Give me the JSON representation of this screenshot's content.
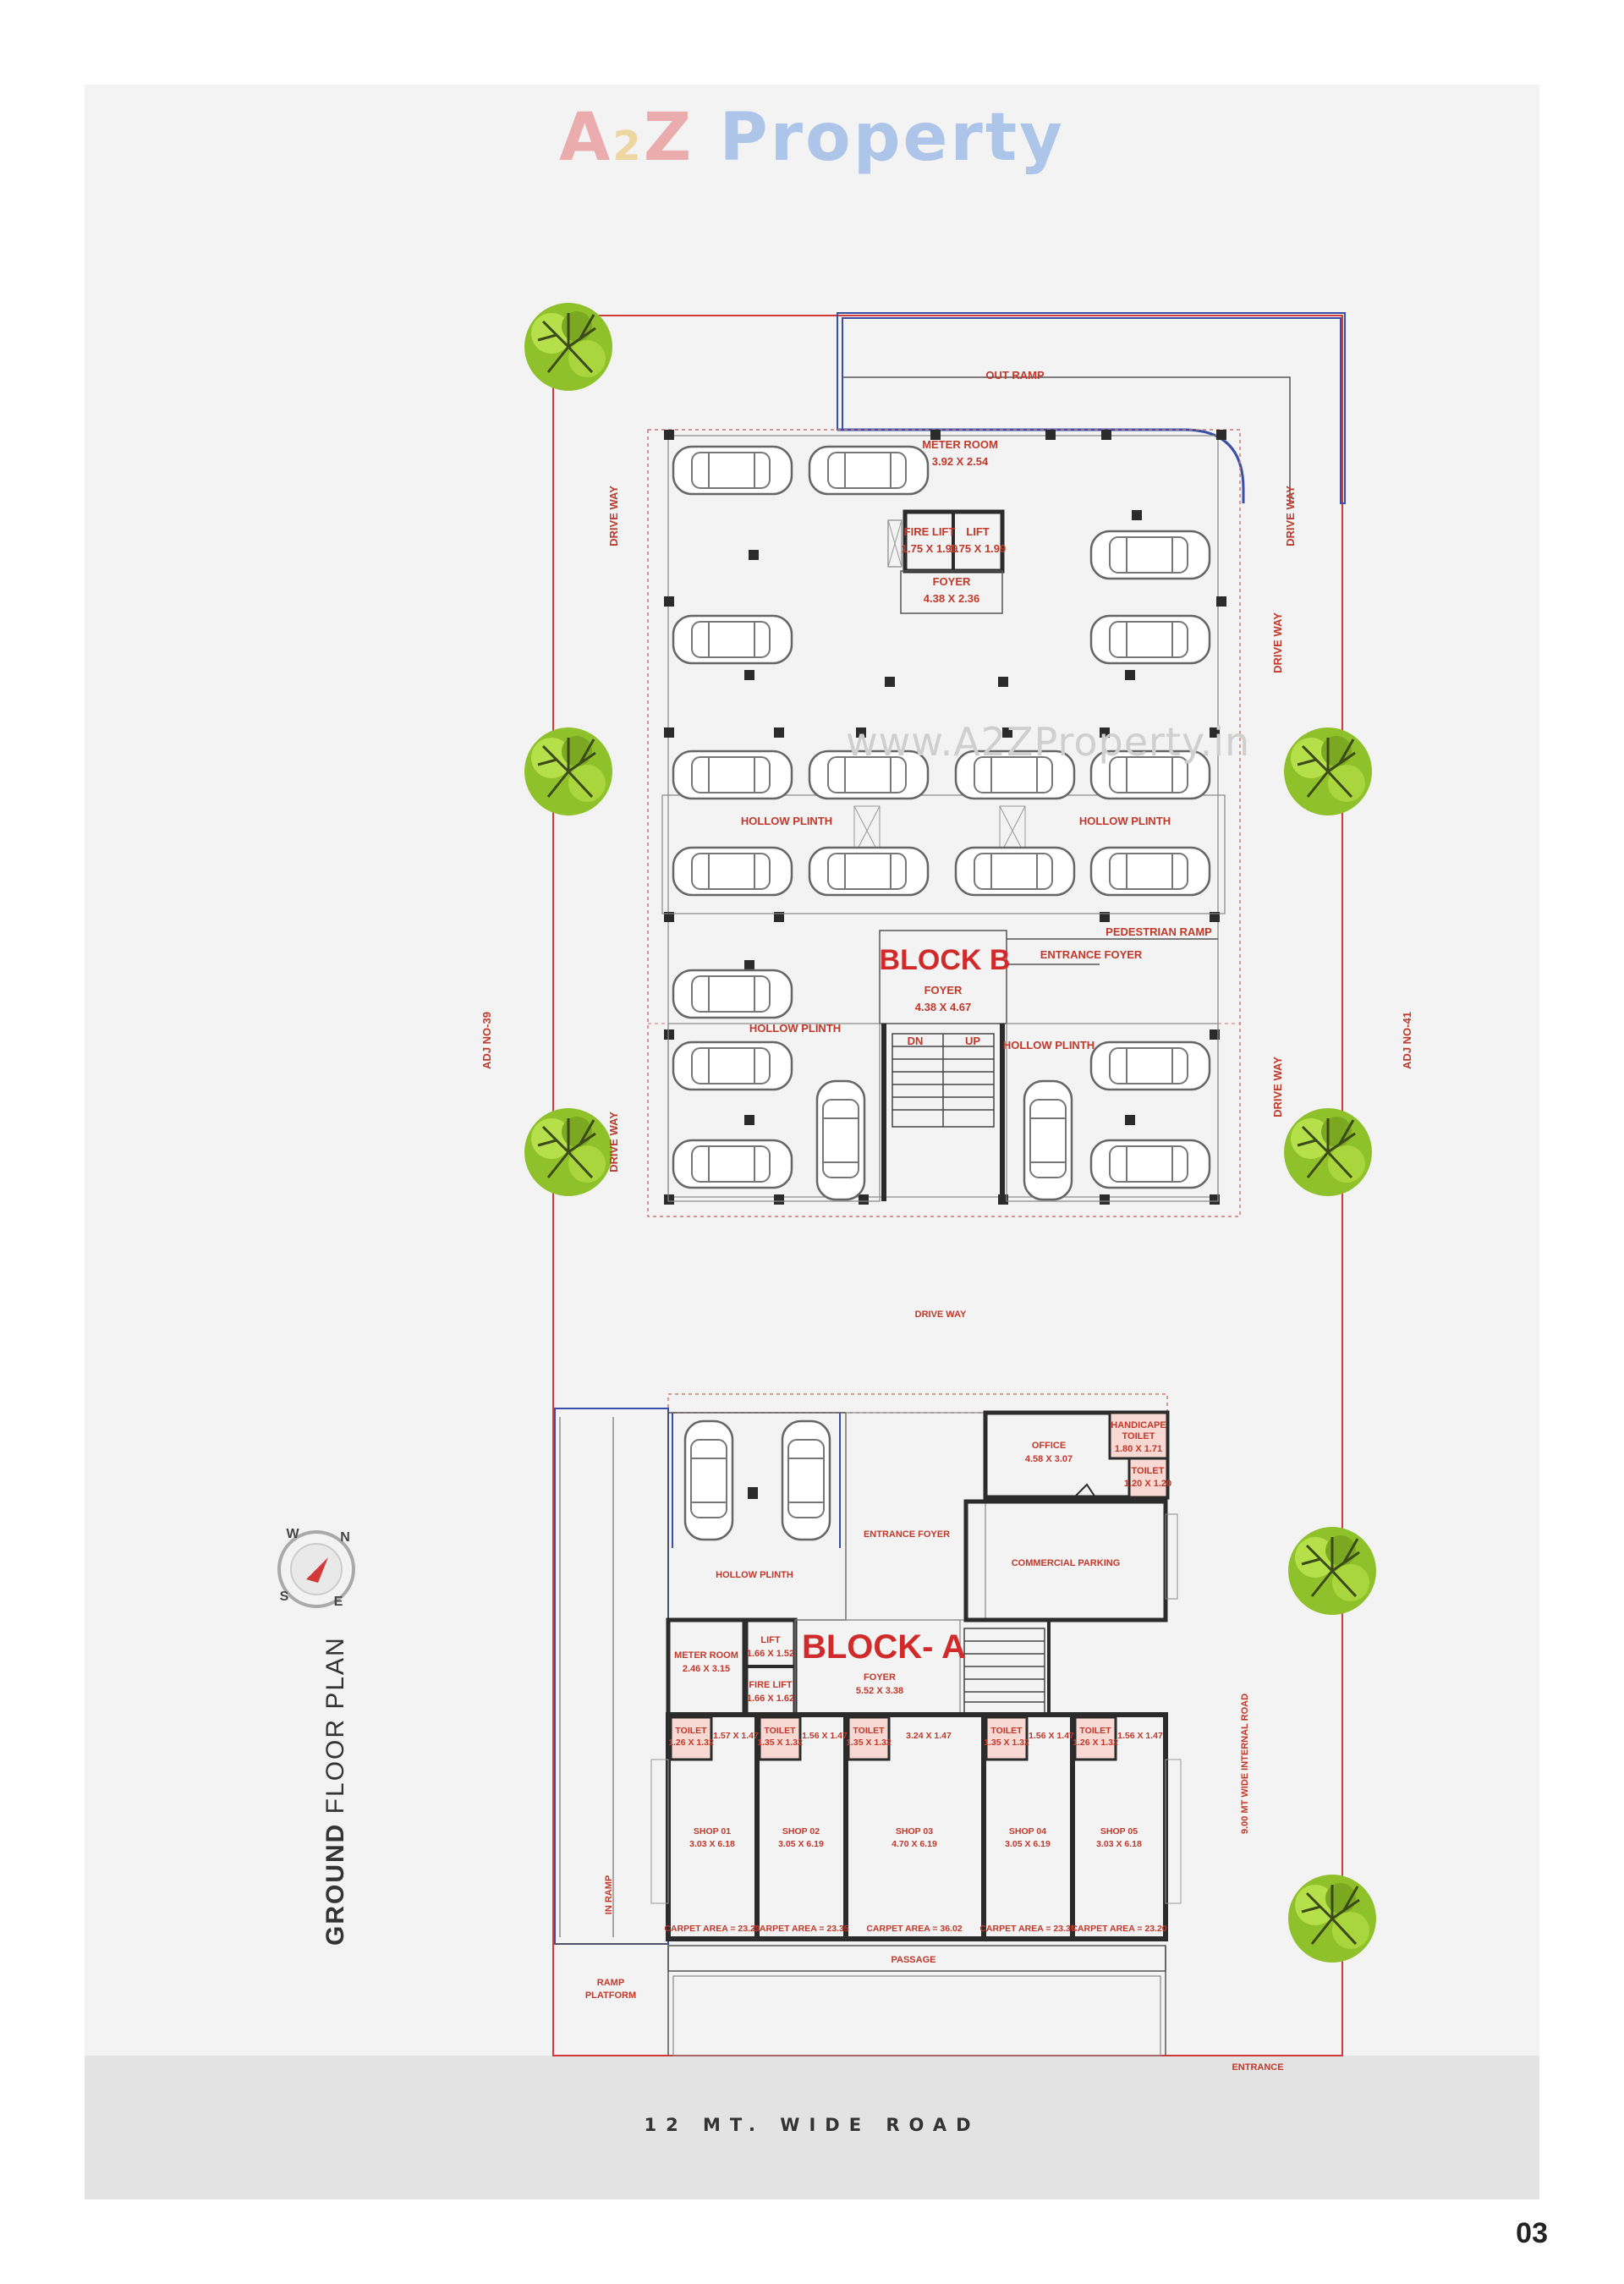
{
  "logo": {
    "part1": "A",
    "part2": "2",
    "part3": "Z",
    "part4": "Property"
  },
  "watermark": "www.A2ZProperty.in",
  "page_number": "03",
  "plan_title": {
    "bold": "GROUND",
    "light": " FLOOR PLAN"
  },
  "road_label": "12 MT. WIDE ROAD",
  "compass": {
    "n": "N",
    "s": "S",
    "e": "E",
    "w": "W"
  },
  "labels": {
    "out_ramp": "OUT RAMP",
    "drive_way": "DRIVE WAY",
    "adj_left": "ADJ NO-39",
    "adj_right": "ADJ NO-41",
    "meter_room_b": "METER ROOM",
    "meter_room_b_dim": "3.92 X 2.54",
    "fire_lift_b": "FIRE LIFT",
    "fire_lift_b_dim": "1.75 X 1.99",
    "lift_b": "LIFT",
    "lift_b_dim": "1.75 X 1.99",
    "foyer": "FOYER",
    "foyer_b_top_dim": "4.38 X 2.36",
    "hollow_plinth": "HOLLOW PLINTH",
    "pedestrian_ramp": "PEDESTRIAN RAMP",
    "entrance_foyer": "ENTRANCE FOYER",
    "block_b": "BLOCK B",
    "foyer_b_dim": "4.38 X 4.67",
    "dn": "DN",
    "up": "UP",
    "office": "OFFICE",
    "office_dim": "4.58 X 3.07",
    "handicape_toilet": "HANDICAPE",
    "toilet": "TOILET",
    "handicape_dim": "1.80 X 1.71",
    "toilet_a_dim": "1.20 X 1.20",
    "commercial_parking": "COMMERCIAL PARKING",
    "meter_room_a": "METER ROOM",
    "meter_room_a_dim": "2.46 X 3.15",
    "lift_a": "LIFT",
    "lift_a_dim": "1.66 X 1.52",
    "fire_lift_a": "FIRE LIFT",
    "fire_lift_a_dim": "1.66 X 1.62",
    "block_a": "BLOCK- A",
    "foyer_a_dim": "5.52 X 3.38",
    "internal_road": "9.00 MT WIDE INTERNAL ROAD",
    "passage": "PASSAGE",
    "ramp_platform_1": "RAMP",
    "ramp_platform_2": "PLATFORM",
    "entrance": "ENTRANCE",
    "in_ramp": "IN RAMP"
  },
  "toilets": [
    {
      "label": "TOILET",
      "dim": "1.26 X 1.32",
      "side": "1.57 X 1.47"
    },
    {
      "label": "TOILET",
      "dim": "1.35 X 1.32",
      "side": "1.56 X 1.47"
    },
    {
      "label": "TOILET",
      "dim": "1.35 X 1.32",
      "side": "3.24 X 1.47"
    },
    {
      "label": "TOILET",
      "dim": "1.35 X 1.32",
      "side": "1.56 X 1.47"
    },
    {
      "label": "TOILET",
      "dim": "1.26 X 1.32",
      "side": "1.56 X 1.47"
    }
  ],
  "shops": [
    {
      "name": "SHOP 01",
      "dim": "3.03 X 6.18",
      "carpet": "CARPET AREA = 23.29"
    },
    {
      "name": "SHOP 02",
      "dim": "3.05 X 6.19",
      "carpet": "CARPET AREA = 23.35"
    },
    {
      "name": "SHOP 03",
      "dim": "4.70 X 6.19",
      "carpet": "CARPET AREA = 36.02"
    },
    {
      "name": "SHOP 04",
      "dim": "3.05 X 6.19",
      "carpet": "CARPET AREA = 23.35"
    },
    {
      "name": "SHOP 05",
      "dim": "3.03 X 6.18",
      "carpet": "CARPET AREA = 23.20"
    }
  ],
  "colors": {
    "label_red": "#c0392b",
    "plot_red": "#d23a3a",
    "wall": "#2b2b2b",
    "ramp_blue": "#3a4fa8",
    "tree": "#9ccc2e"
  }
}
